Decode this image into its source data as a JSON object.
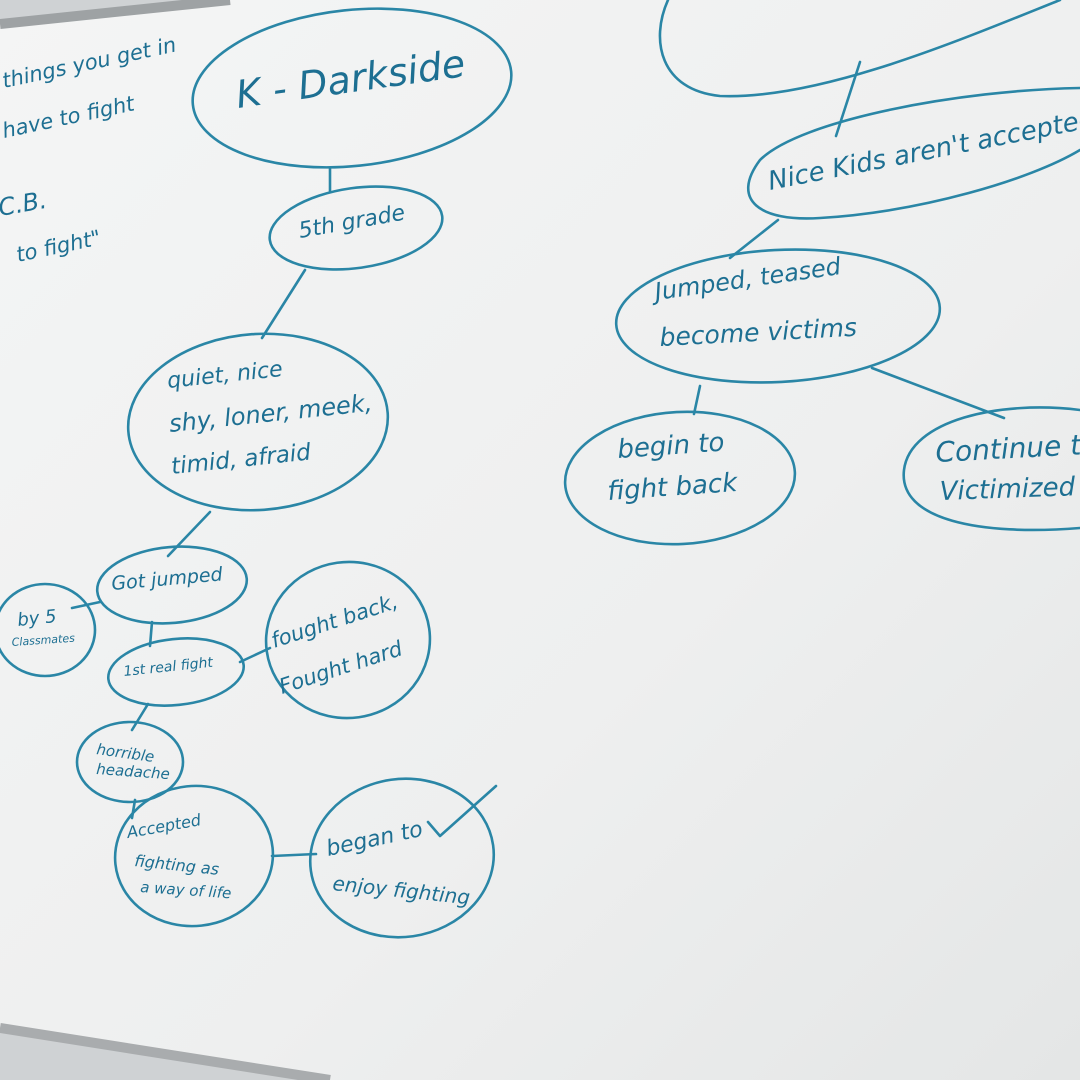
{
  "board": {
    "margin_notes": [
      "things you get in",
      "have to fight",
      "C.B.",
      "to fight\""
    ],
    "left_map": {
      "title": "K - Darkside",
      "grade": "5th grade",
      "traits": [
        "quiet, nice",
        "shy, loner, meek,",
        "timid, afraid"
      ],
      "got_jumped": "Got jumped",
      "by_classmates": [
        "by 5",
        "Classmates"
      ],
      "first_fight": "1st real fight",
      "fought_back": [
        "fought back,",
        "Fought hard"
      ],
      "headache": [
        "horrible",
        "headache"
      ],
      "accepted": [
        "Accepted",
        "fighting as",
        "a way of life"
      ],
      "enjoy": [
        "began to",
        "enjoy fighting"
      ]
    },
    "right_map": {
      "nice_kids": "Nice Kids aren't accepted",
      "victims": [
        "Jumped, teased",
        "become victims"
      ],
      "fight_back": [
        "begin to",
        "fight back"
      ],
      "continue": [
        "Continue t",
        "Victimized"
      ]
    }
  },
  "colors": {
    "ink": "#2a86a6",
    "board": "#f2f3f3",
    "frame": "#9ea2a4"
  }
}
